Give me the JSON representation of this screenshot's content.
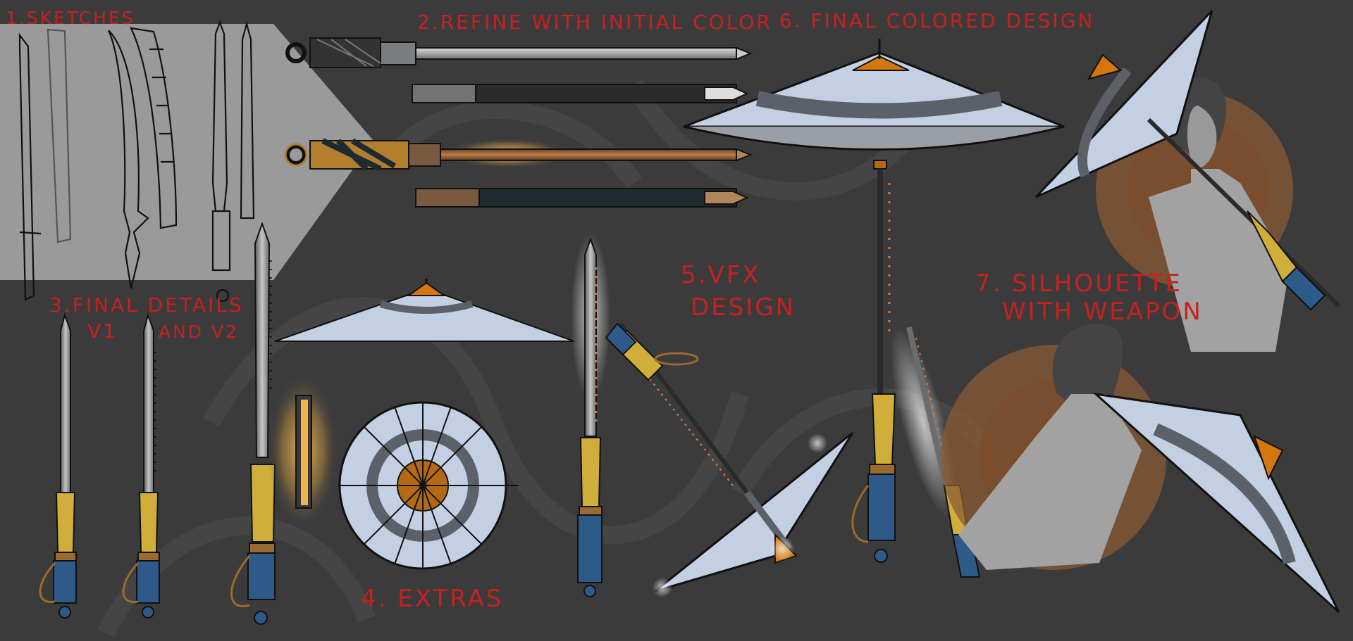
{
  "sheet": {
    "title": "Umbrella Sword Concept Sheet",
    "background_color": "#3b3b3c",
    "label_color": "#c8201f"
  },
  "sections": [
    {
      "id": "sketches",
      "number": "1.",
      "label": "SKETCHES"
    },
    {
      "id": "refine",
      "number": "2.",
      "label": "REFINE WITH INITIAL COLOR"
    },
    {
      "id": "final-details",
      "number": "3.",
      "label_line1": "FINAL DETAILS",
      "label_v1": "V1",
      "label_v2": "AND V2"
    },
    {
      "id": "extras",
      "number": "4.",
      "label": "EXTRAS"
    },
    {
      "id": "vfx",
      "number": "5.",
      "label_line1": "VFX",
      "label_line2": "DESIGN"
    },
    {
      "id": "final-colored",
      "number": "6.",
      "label": "FINAL COLORED DESIGN"
    },
    {
      "id": "silhouette",
      "number": "7.",
      "label_line1": "SILHOUETTE",
      "label_line2": "WITH WEAPON"
    }
  ],
  "palette": {
    "canopy": "#c3cfe3",
    "canopy_band": "#5c6068",
    "canopy_top": "#d5770f",
    "hilt_gold": "#cfae3a",
    "grip_blue": "#2e5a8a",
    "wrap_brown": "#9a6a2e",
    "blade_steel": "#8c8f94",
    "glow": "#f2b44a",
    "silhouette_circle": "#8a5a34",
    "figure_gray": "#9b9b9b"
  },
  "labels": {
    "s1": "1.SKETCHES",
    "s2": "2.REFINE WITH INITIAL COLOR",
    "s3a": "3.FINAL DETAILS",
    "s3b": "V1",
    "s3c": "AND V2",
    "s4": "4. EXTRAS",
    "s5a": "5.VFX",
    "s5b": "DESIGN",
    "s6": "6. FINAL COLORED DESIGN",
    "s7a": "7. SILHOUETTE",
    "s7b": "WITH WEAPON"
  }
}
